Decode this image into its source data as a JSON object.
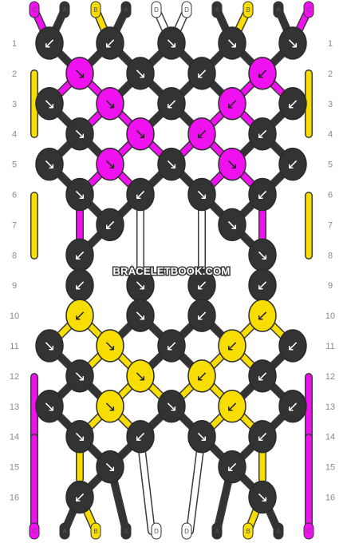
{
  "watermark": "BRACELETBOOK.COM",
  "colors": {
    "A": "#333333",
    "B": "#f7dd00",
    "C": "#ef11ef",
    "D": "#ffffff"
  },
  "strings_top": [
    "C",
    "A",
    "B",
    "A",
    "D",
    "D",
    "A",
    "B",
    "A",
    "C"
  ],
  "strings_bottom": [
    "C",
    "A",
    "B",
    "A",
    "D",
    "D",
    "A",
    "B",
    "A",
    "C"
  ],
  "row_labels": [
    "1",
    "2",
    "3",
    "4",
    "5",
    "6",
    "7",
    "8",
    "9",
    "10",
    "11",
    "12",
    "13",
    "14",
    "15",
    "16"
  ],
  "knots": [
    [
      "A",
      "A",
      "A",
      "A",
      "A"
    ],
    [
      "C",
      "A",
      "A",
      "C"
    ],
    [
      "A",
      "C",
      "A",
      "C",
      "A"
    ],
    [
      "A",
      "C",
      "C",
      "A"
    ],
    [
      "A",
      "C",
      "A",
      "C",
      "A"
    ],
    [
      "A",
      "A",
      "A",
      "A"
    ],
    [
      "A",
      "A"
    ],
    [
      "A",
      "A"
    ],
    [
      "A",
      "A",
      "A",
      "A"
    ],
    [
      "B",
      "A",
      "A",
      "B"
    ],
    [
      "A",
      "B",
      "A",
      "B",
      "A"
    ],
    [
      "A",
      "B",
      "B",
      "A"
    ],
    [
      "A",
      "B",
      "A",
      "B",
      "A"
    ],
    [
      "A",
      "A",
      "A",
      "A"
    ],
    [
      "A",
      "A"
    ],
    [
      "A",
      "A"
    ]
  ],
  "knot_dirs": [
    [
      "sw",
      "sw",
      "se",
      "se",
      "se"
    ],
    [
      "se",
      "se",
      "sw",
      "sw"
    ],
    [
      "se",
      "se",
      "sw",
      "sw",
      "sw"
    ],
    [
      "se",
      "se",
      "sw",
      "sw"
    ],
    [
      "se",
      "se",
      "se",
      "se",
      "sw"
    ],
    [
      "se",
      "sw",
      "se",
      "sw"
    ],
    [
      "sw",
      "se"
    ],
    [
      "sw",
      "se"
    ],
    [
      "sw",
      "se",
      "sw",
      "sw"
    ],
    [
      "sw",
      "se",
      "sw",
      "sw"
    ],
    [
      "se",
      "se",
      "sw",
      "sw",
      "sw"
    ],
    [
      "se",
      "se",
      "sw",
      "sw"
    ],
    [
      "se",
      "se",
      "se",
      "sw",
      "sw"
    ],
    [
      "se",
      "sw",
      "se",
      "sw"
    ],
    [
      "se",
      "sw"
    ],
    [
      "sw",
      "se"
    ]
  ]
}
